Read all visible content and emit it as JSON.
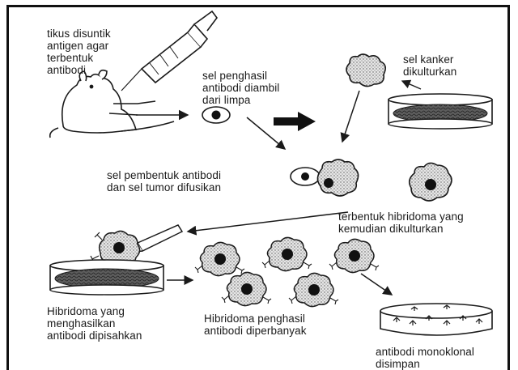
{
  "labels": {
    "mouse_injection": "tikus disuntik\nantigen agar\nterbentuk\nantibodi",
    "spleen_cells": "sel penghasil\nantibodi diambil\ndari limpa",
    "cancer_culture": "sel kanker\ndikulturkan",
    "fusion": "sel pembentuk antibodi\ndan sel tumor difusikan",
    "hybridoma_culture": "terbentuk hibridoma yang\nkemudian dikulturkan",
    "separated": "Hibridoma yang\nmenghasilkan\nantibodi dipisahkan",
    "multiplied": "Hibridoma penghasil\nantibodi diperbanyak",
    "stored": "antibodi monoklonal\ndisimpan"
  },
  "colors": {
    "ink": "#1a1a1a",
    "dish_fill": "#6e6e6e",
    "cell_fill": "#d9d9d9",
    "nucleus": "#111111"
  }
}
